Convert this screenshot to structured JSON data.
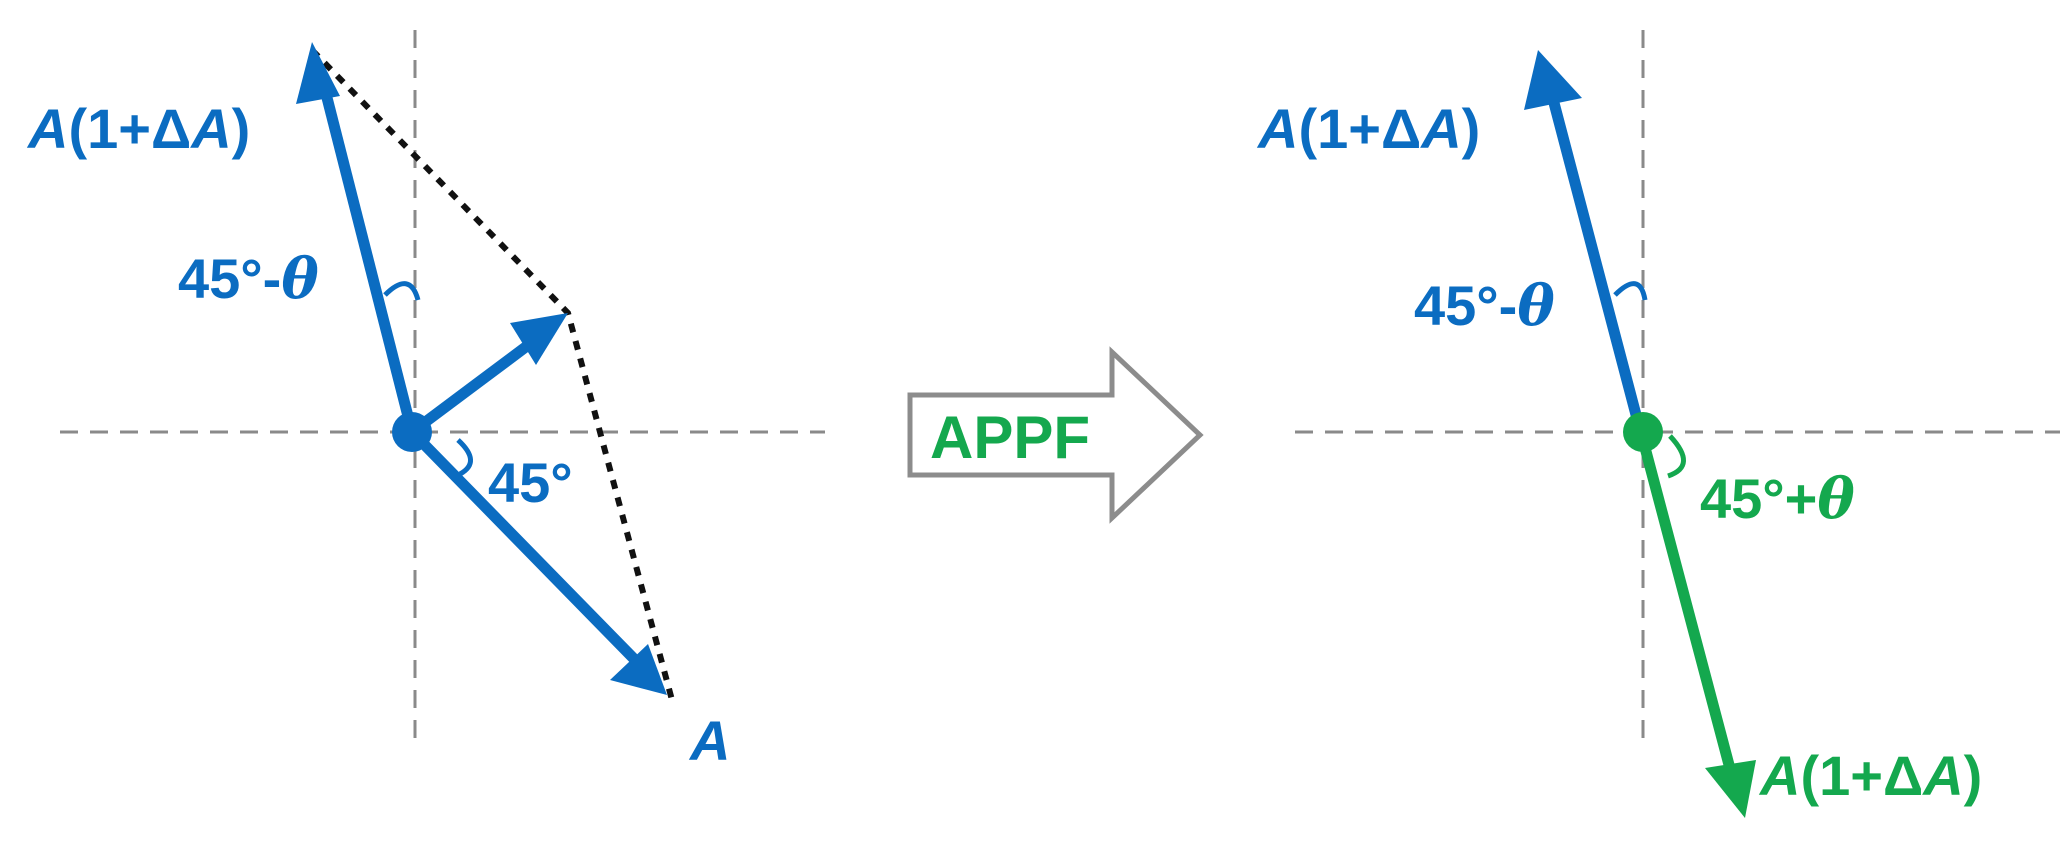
{
  "colors": {
    "blue": "#0B6CC1",
    "green": "#14A84E",
    "gray": "#8A8A8A",
    "black": "#111111",
    "arrow_outline": "#8C8C8C"
  },
  "left_panel": {
    "top_label": {
      "italic_a": "A",
      "rest": "(1+Δ",
      "italic_a2": "A",
      "close": ")"
    },
    "angle_top": {
      "text": "45°-",
      "theta": "θ"
    },
    "angle_bottom": "45°",
    "bottom_label": "A"
  },
  "process_arrow": {
    "label": "APPF"
  },
  "right_panel": {
    "top_label": {
      "italic_a": "A",
      "rest": "(1+Δ",
      "italic_a2": "A",
      "close": ")"
    },
    "angle_top": {
      "text": "45°-",
      "theta": "θ"
    },
    "angle_bottom": {
      "text": "45°+",
      "theta": "θ"
    },
    "bottom_label": {
      "italic_a": "A",
      "rest": "(1+Δ",
      "italic_a2": "A",
      "close": ")"
    }
  }
}
